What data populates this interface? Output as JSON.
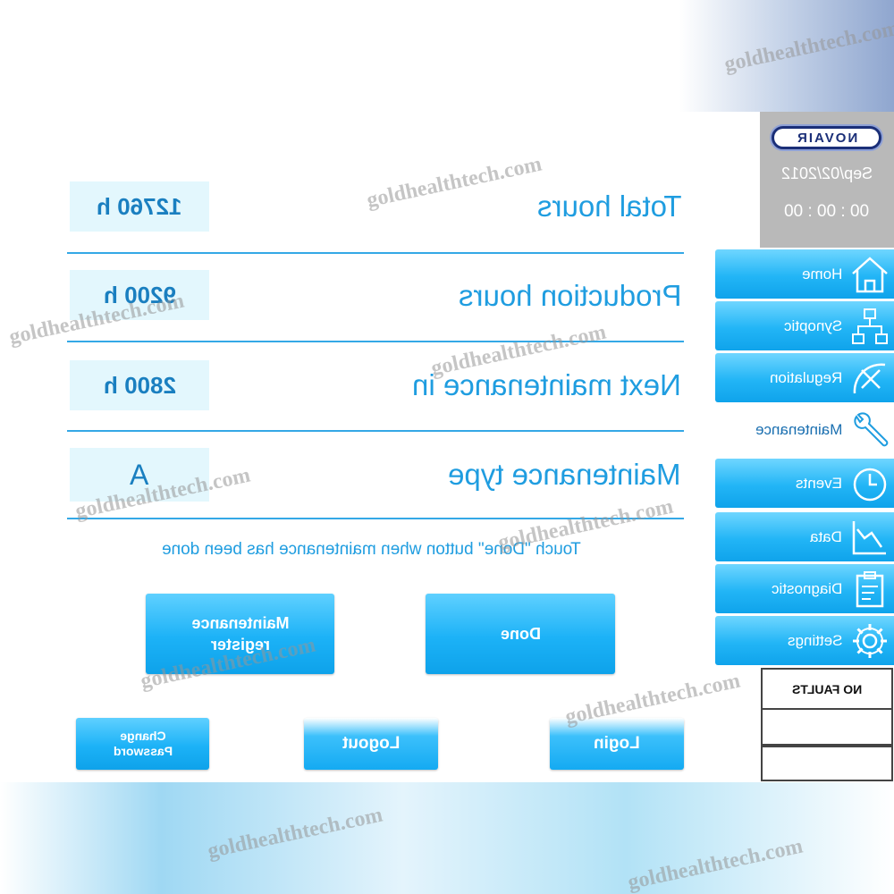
{
  "rows": [
    {
      "label": "Total hours",
      "value": "12760 h"
    },
    {
      "label": "Production hours",
      "value": "9200 h"
    },
    {
      "label": "Next maintenance in",
      "value": "2800 h"
    },
    {
      "label": "Maintenance type",
      "value": "A"
    }
  ],
  "hint": "Touch \"Done\" button when maintenance has been done",
  "buttons": {
    "maintenance_register": "Maintenance register",
    "done": "Done",
    "change_password": "Change Password",
    "logout": "Logout",
    "login": "Login"
  },
  "status": {
    "logo": "NOVAIR",
    "date": "Sep/02/2012",
    "time": "00 : 00 : 00"
  },
  "nav": [
    {
      "label": "Home",
      "icon": "home-icon"
    },
    {
      "label": "Synoptic",
      "icon": "synoptic-icon"
    },
    {
      "label": "Regulation",
      "icon": "regulation-icon"
    },
    {
      "label": "Maintenance",
      "icon": "wrench-icon",
      "active": true
    },
    {
      "label": "Events",
      "icon": "clock-icon"
    },
    {
      "label": "Data",
      "icon": "chart-icon"
    },
    {
      "label": "Diagnostic",
      "icon": "clipboard-icon"
    },
    {
      "label": "Settings",
      "icon": "gear-icon"
    }
  ],
  "faults": {
    "line1": "NO FAULTS",
    "line2": "",
    "line3": ""
  },
  "watermark": "goldhealthtech.com",
  "colors": {
    "accent": "#1cb2f7",
    "text_blue": "#1f9de0",
    "value_bg": "#e3f7fd"
  }
}
